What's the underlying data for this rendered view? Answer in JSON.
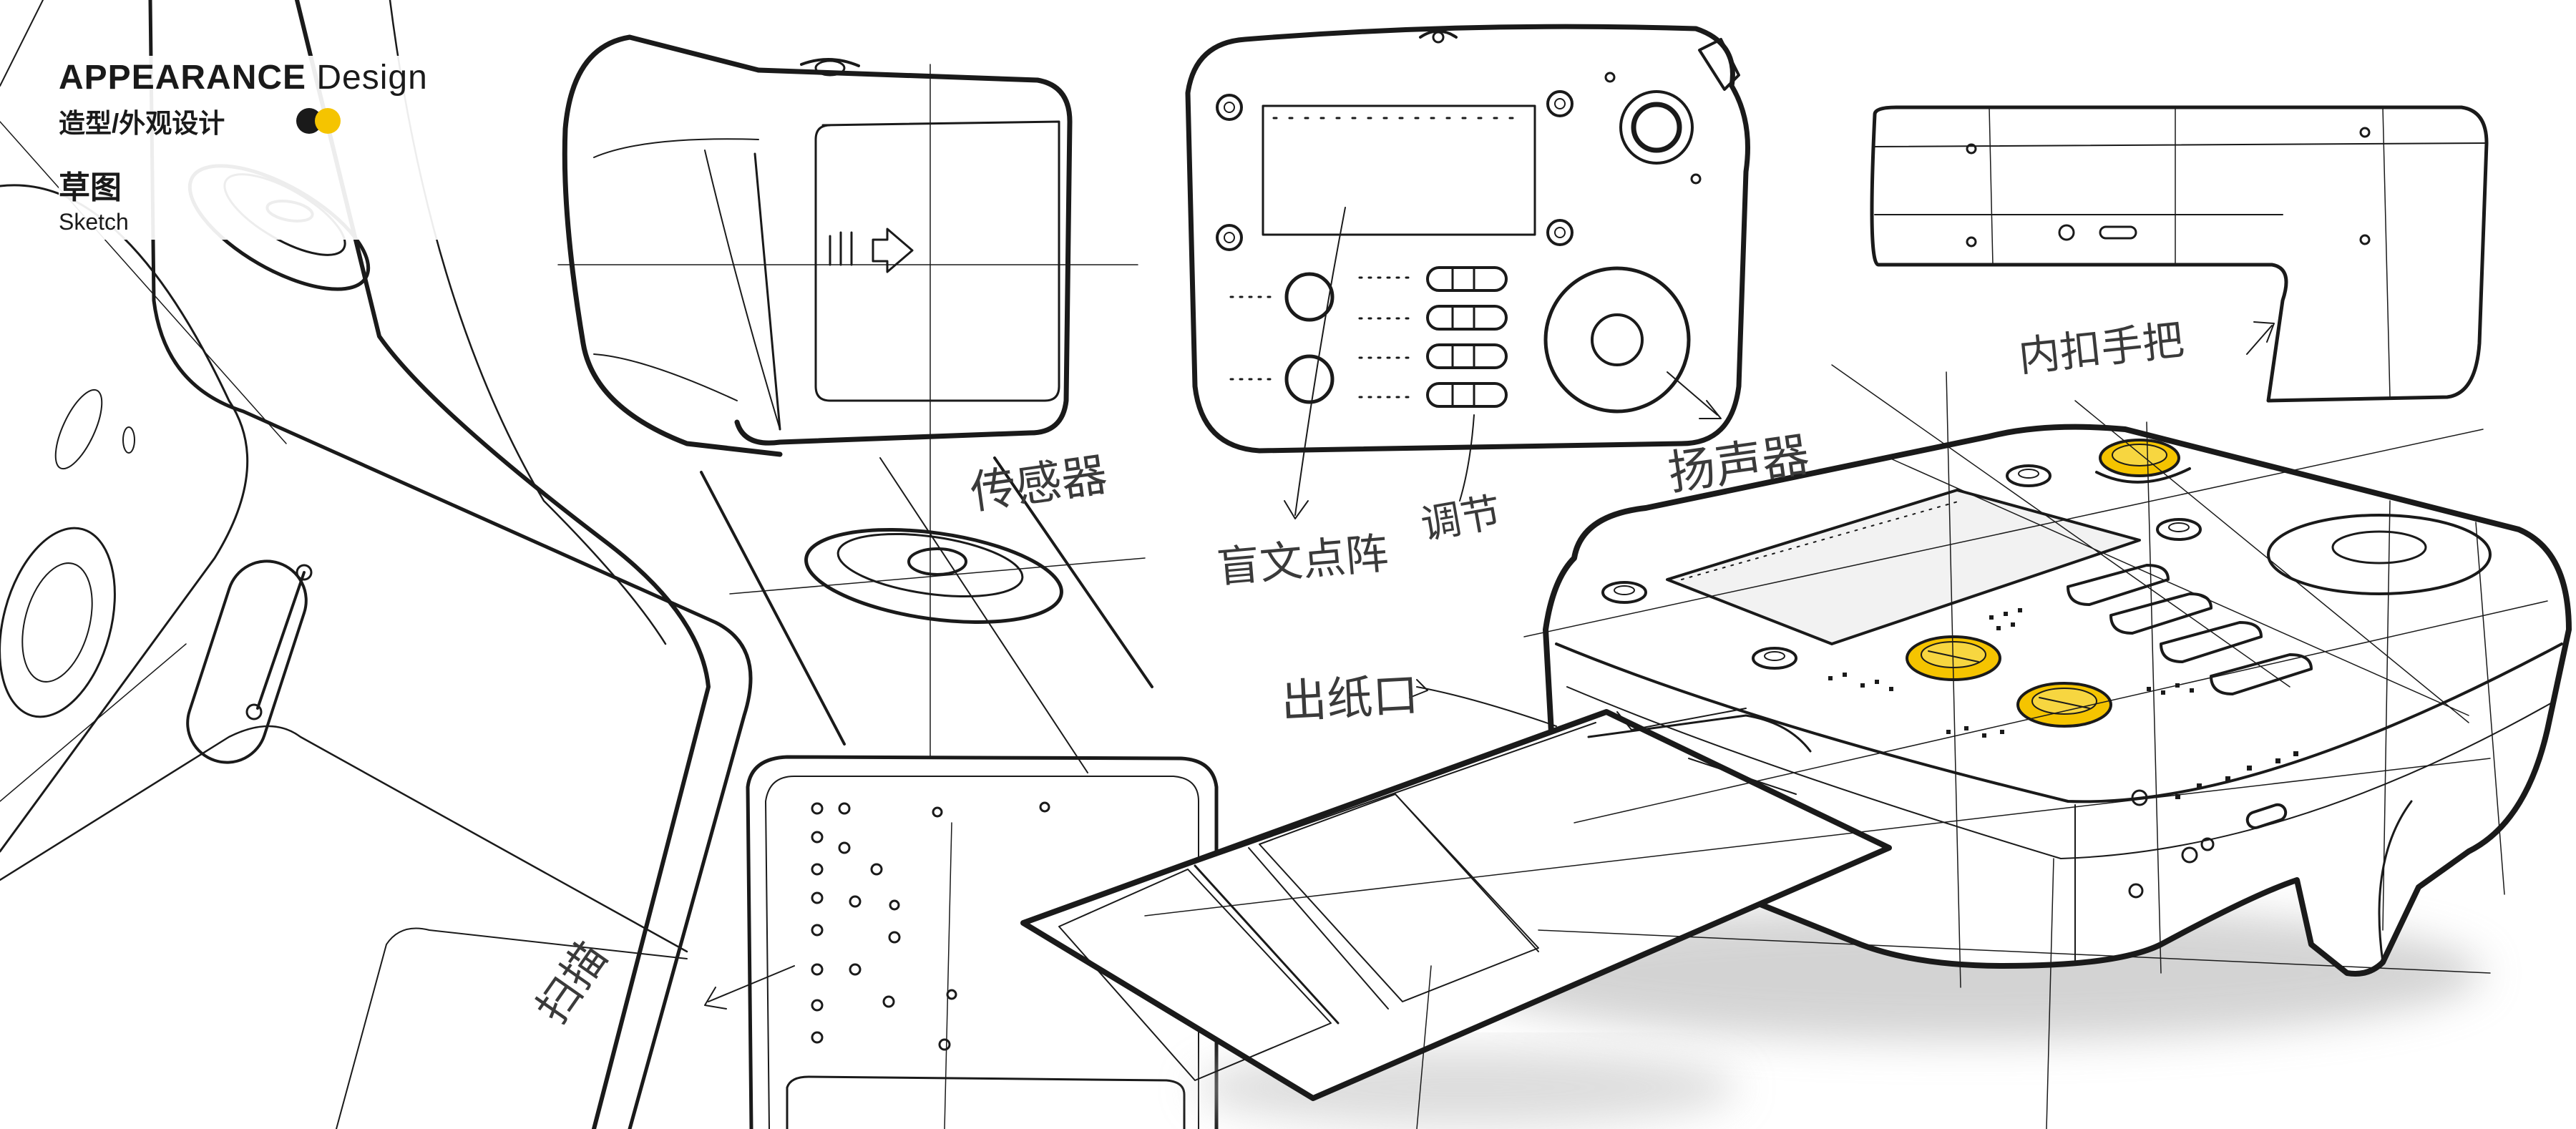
{
  "header": {
    "title_strong": "APPEARANCE",
    "title_light": "Design",
    "subtitle": "造型/外观设计",
    "section": "草图",
    "section_en": "Sketch"
  },
  "annotations": {
    "sensor": "传感器",
    "braille": "盲文点阵",
    "adjust": "调节",
    "speaker": "扬声器",
    "handle": "内扣手把",
    "paper_out": "出纸口",
    "scan": "扫描"
  },
  "colors": {
    "accent": "#f5c400",
    "ink": "#1a1a1a",
    "background": "#ffffff"
  }
}
